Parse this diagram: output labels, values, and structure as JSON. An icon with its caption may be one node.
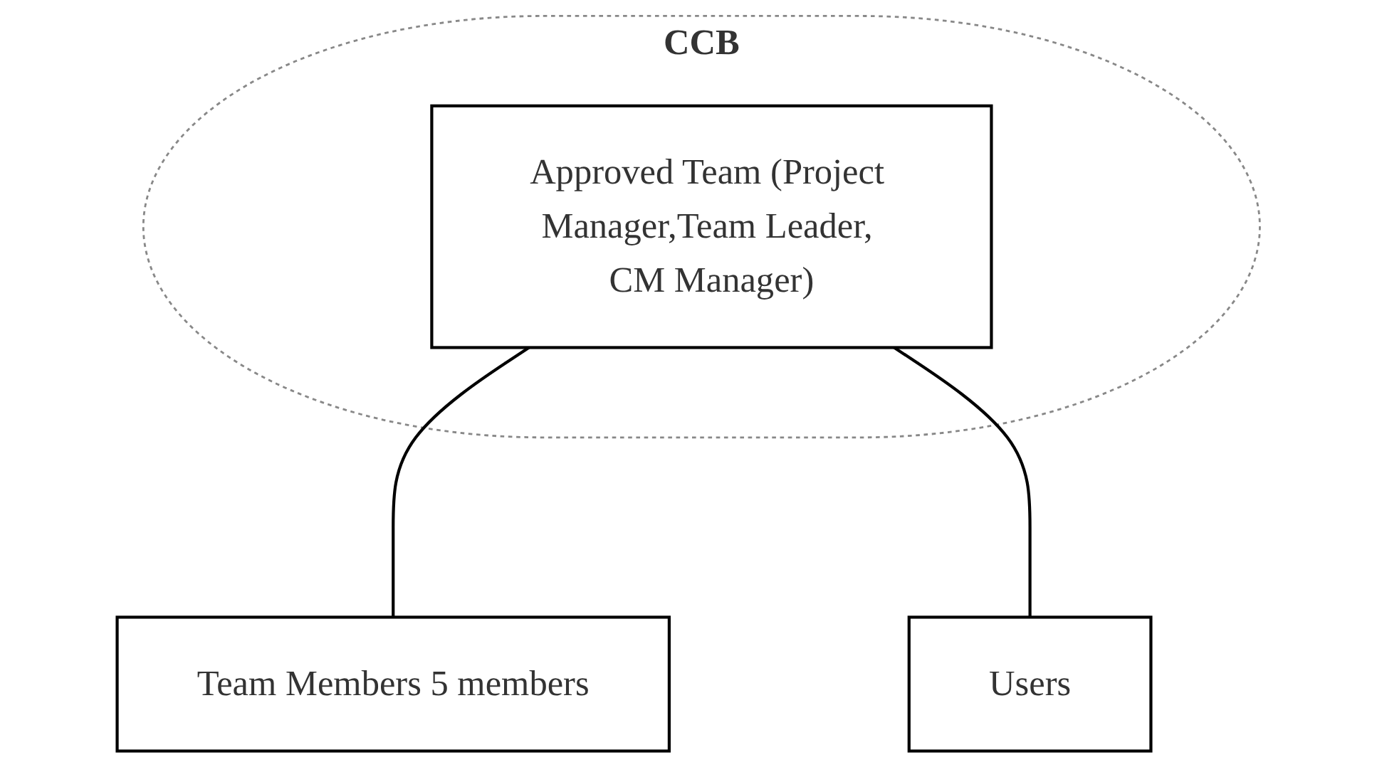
{
  "diagram": {
    "nodes": [
      {
        "text": [
          "CCB"
        ]
      },
      {
        "text": [
          "Approved Team (Project Manager,Team Leader, CM Manager)"
        ],
        "in": 0
      },
      {
        "text": [
          "Team Members 5 members"
        ]
      },
      {
        "text": [
          "Users"
        ]
      }
    ],
    "edges": [
      {
        "from": 1,
        "to": 2,
        "arrow": "none"
      },
      {
        "from": 1,
        "to": 3,
        "arrow": "none"
      }
    ]
  }
}
